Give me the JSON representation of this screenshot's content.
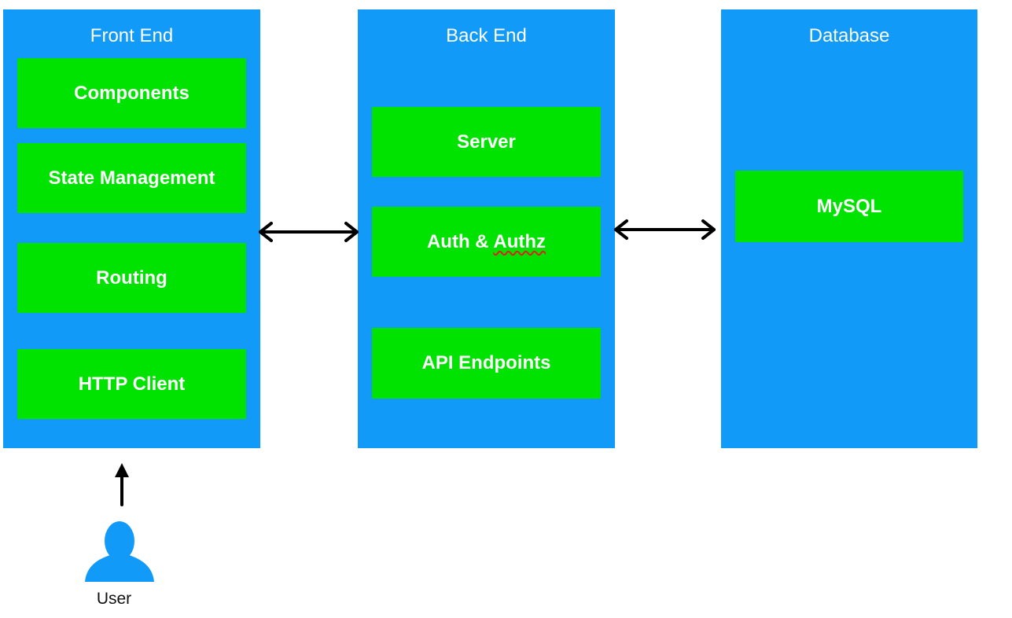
{
  "columns": {
    "frontend": {
      "title": "Front End",
      "boxes": [
        "Components",
        "State Management",
        "Routing",
        "HTTP Client"
      ]
    },
    "backend": {
      "title": "Back End",
      "boxes": [
        "Server",
        "Auth & ",
        "Authz",
        "API Endpoints"
      ]
    },
    "database": {
      "title": "Database",
      "boxes": [
        "MySQL"
      ]
    }
  },
  "user": {
    "label": "User",
    "icon": "user-icon"
  },
  "colors": {
    "column": "#129af9",
    "box": "#00e200",
    "box_text": "#ffffff",
    "arrow": "#000000",
    "user_icon": "#129af9"
  }
}
